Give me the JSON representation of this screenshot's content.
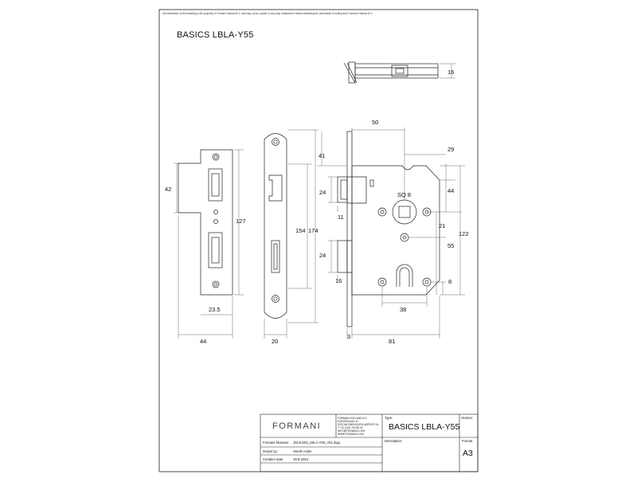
{
  "notice": "All information on this drawing is the property of Formani Holland B.V. and may not be copied, in any way, whatsoever without obtaining the permission in writing from Formani Holland B.V.",
  "drawing_title": "BASICS LBLA-Y55",
  "dimensions": {
    "side_height": "16",
    "width_50": "50",
    "top_29": "29",
    "d41": "41",
    "d42": "42",
    "d44_right": "44",
    "d24_top": "24",
    "sq": "SQ 8",
    "d11": "11",
    "d127": "127",
    "d154": "154",
    "d174": "174",
    "d21": "21",
    "d122": "122",
    "d55": "55",
    "d24_bottom": "24",
    "d16": "16",
    "d8": "8",
    "d23_5": "23.5",
    "d38": "38",
    "d3": "3",
    "d81": "81",
    "d44_bottom": "44",
    "d20": "20"
  },
  "title_block": {
    "brand": "FORMANI",
    "company_lines": [
      "FORMANI HOLLAND B.V.",
      "EUROPALAAN 10",
      "5700 AB EINDHOVEN AIRPORT NL",
      "T +31 (0)40 700 80 00",
      "INFO@FORMANI.COM",
      "WWW.FORMANI.COM"
    ],
    "type_label": "Type:",
    "type_value": "BASICS LBLA-Y55",
    "version_label": "Version:",
    "description_label": "Description:",
    "format_label": "Format",
    "format_value": "A3",
    "filename_label": "Formani filename:",
    "filename_value": "1514L003_LBLA-Y55_V01.dwg",
    "drawn_label": "Drawn by:",
    "drawn_value": "Semih Aslan",
    "date_label": "Creation date:",
    "date_value": "16-8-2024"
  }
}
